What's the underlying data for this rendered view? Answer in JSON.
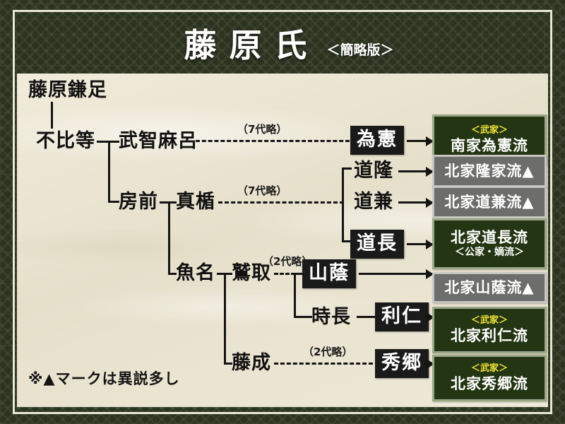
{
  "title": {
    "main": "藤原氏",
    "sub": "＜簡略版＞"
  },
  "footnote": "※▲マークは異説多し",
  "persons": {
    "kamatari": "藤原鎌足",
    "fuhito": "不比等",
    "muchimaro": "武智麻呂",
    "fusasaki": "房前",
    "matate": "真楯",
    "uona": "魚名",
    "washitori": "鷲取",
    "fujinari": "藤成",
    "tamenori": "為憲",
    "michitaka": "道隆",
    "michikane": "道兼",
    "michinaga": "道長",
    "yamakage": "山蔭",
    "tokinaga": "時長",
    "toshihito": "利仁",
    "hidesato": "秀郷"
  },
  "gen_labels": {
    "muchimaro_gap": "（7代略）",
    "matate_gap": "（7代略）",
    "washitori_gap": "（2代略）",
    "fujinari_gap": "（2代略）"
  },
  "results": [
    {
      "id": "nanke-tamenori",
      "tag": "＜武家＞",
      "main": "南家為憲流",
      "sub": "",
      "style": "green"
    },
    {
      "id": "hokke-takaie",
      "tag": "",
      "main": "北家隆家流▲",
      "sub": "",
      "style": "gray"
    },
    {
      "id": "hokke-michikane",
      "tag": "",
      "main": "北家道兼流▲",
      "sub": "",
      "style": "gray"
    },
    {
      "id": "hokke-michinaga",
      "tag": "",
      "main": "北家道長流",
      "sub": "＜公家・嫡流＞",
      "style": "green"
    },
    {
      "id": "hokke-yamakage",
      "tag": "",
      "main": "北家山蔭流▲",
      "sub": "",
      "style": "gray"
    },
    {
      "id": "hokke-toshihito",
      "tag": "＜武家＞",
      "main": "北家利仁流",
      "sub": "",
      "style": "green"
    },
    {
      "id": "hokke-hidesato",
      "tag": "＜武家＞",
      "main": "北家秀郷流",
      "sub": "",
      "style": "green"
    }
  ],
  "colors": {
    "background_green": "#2b331f",
    "paper_cream": "#ece7d4",
    "frame_cream": "#e9e6d4",
    "box_black": "#1a1a1a",
    "result_green": "#233512",
    "result_gray": "#6d6d6b",
    "tag_yellow": "#f2e63a",
    "line_black": "#141414"
  }
}
